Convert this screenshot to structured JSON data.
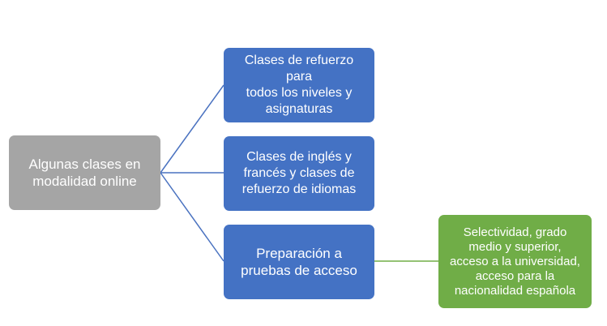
{
  "diagram": {
    "type": "hierarchy",
    "colors": {
      "root_fill": "#a5a5a5",
      "child_fill": "#4472c4",
      "grandchild_fill": "#70ad47",
      "connector_blue": "#4a72c0",
      "connector_green": "#70ad47"
    },
    "root": {
      "lines": [
        "Algunas clases en",
        "modalidad online"
      ]
    },
    "children": [
      {
        "lines": [
          "Clases de refuerzo para",
          "todos los niveles y",
          "asignaturas"
        ]
      },
      {
        "lines": [
          "Clases de inglés y",
          "francés y clases de",
          "refuerzo de idiomas"
        ]
      },
      {
        "lines": [
          "Preparación a",
          "pruebas de acceso"
        ]
      }
    ],
    "grandchild": {
      "lines": [
        "Selectividad, grado",
        "medio y superior,",
        "acceso a la universidad,",
        "acceso para la",
        "nacionalidad española"
      ]
    }
  }
}
